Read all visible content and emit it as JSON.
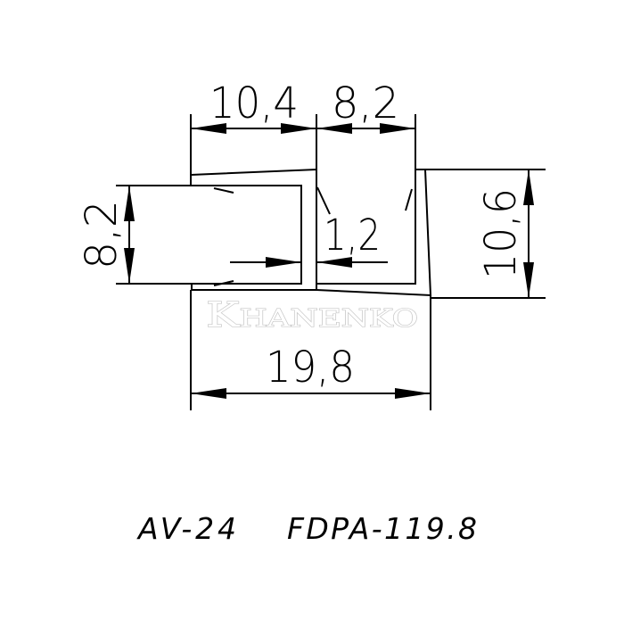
{
  "dimensions": {
    "top_left_width": "10,4",
    "top_right_width": "8,2",
    "left_height": "8,2",
    "right_height": "10,6",
    "wall_thickness": "1,2",
    "total_width": "19,8"
  },
  "watermark": "Khanenko",
  "caption": {
    "model": "AV-24",
    "code": "FDPA-119.8"
  },
  "colors": {
    "line": "#000000",
    "background": "#ffffff",
    "watermark_outline": "#c8c8c8"
  }
}
